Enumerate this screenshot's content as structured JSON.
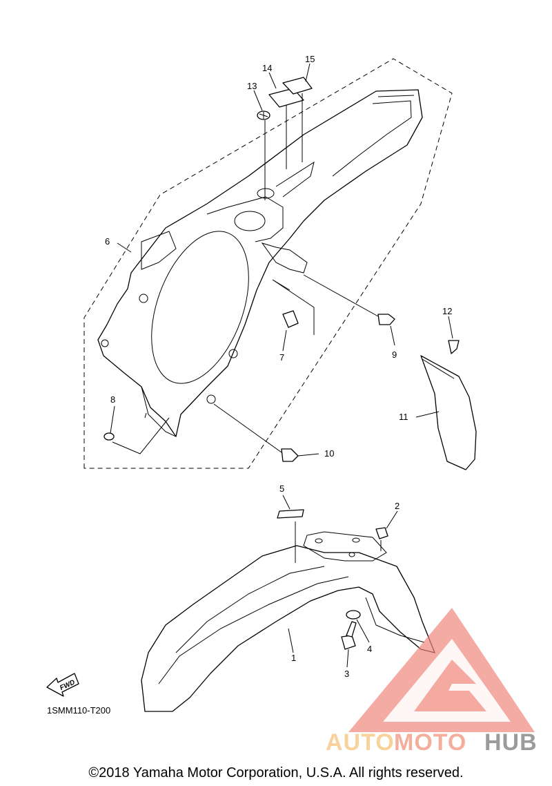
{
  "diagram": {
    "parts": [
      {
        "number": "1"
      },
      {
        "number": "2"
      },
      {
        "number": "3"
      },
      {
        "number": "4"
      },
      {
        "number": "5"
      },
      {
        "number": "6"
      },
      {
        "number": "7"
      },
      {
        "number": "8"
      },
      {
        "number": "9"
      },
      {
        "number": "10"
      },
      {
        "number": "11"
      },
      {
        "number": "12"
      },
      {
        "number": "13"
      },
      {
        "number": "14"
      },
      {
        "number": "15"
      }
    ],
    "fwd_label": "FWD",
    "diagram_code": "1SMM110-T200"
  },
  "watermark": {
    "brand_part1": "AUTO",
    "brand_part2": "MOTO",
    "brand_part3": "HUB",
    "colors": {
      "auto": "#f7c98a",
      "moto": "#f3a08c",
      "hub": "#8a8a8a",
      "triangle": "#ef8378"
    }
  },
  "copyright": "©2018 Yamaha Motor Corporation, U.S.A. All rights reserved."
}
